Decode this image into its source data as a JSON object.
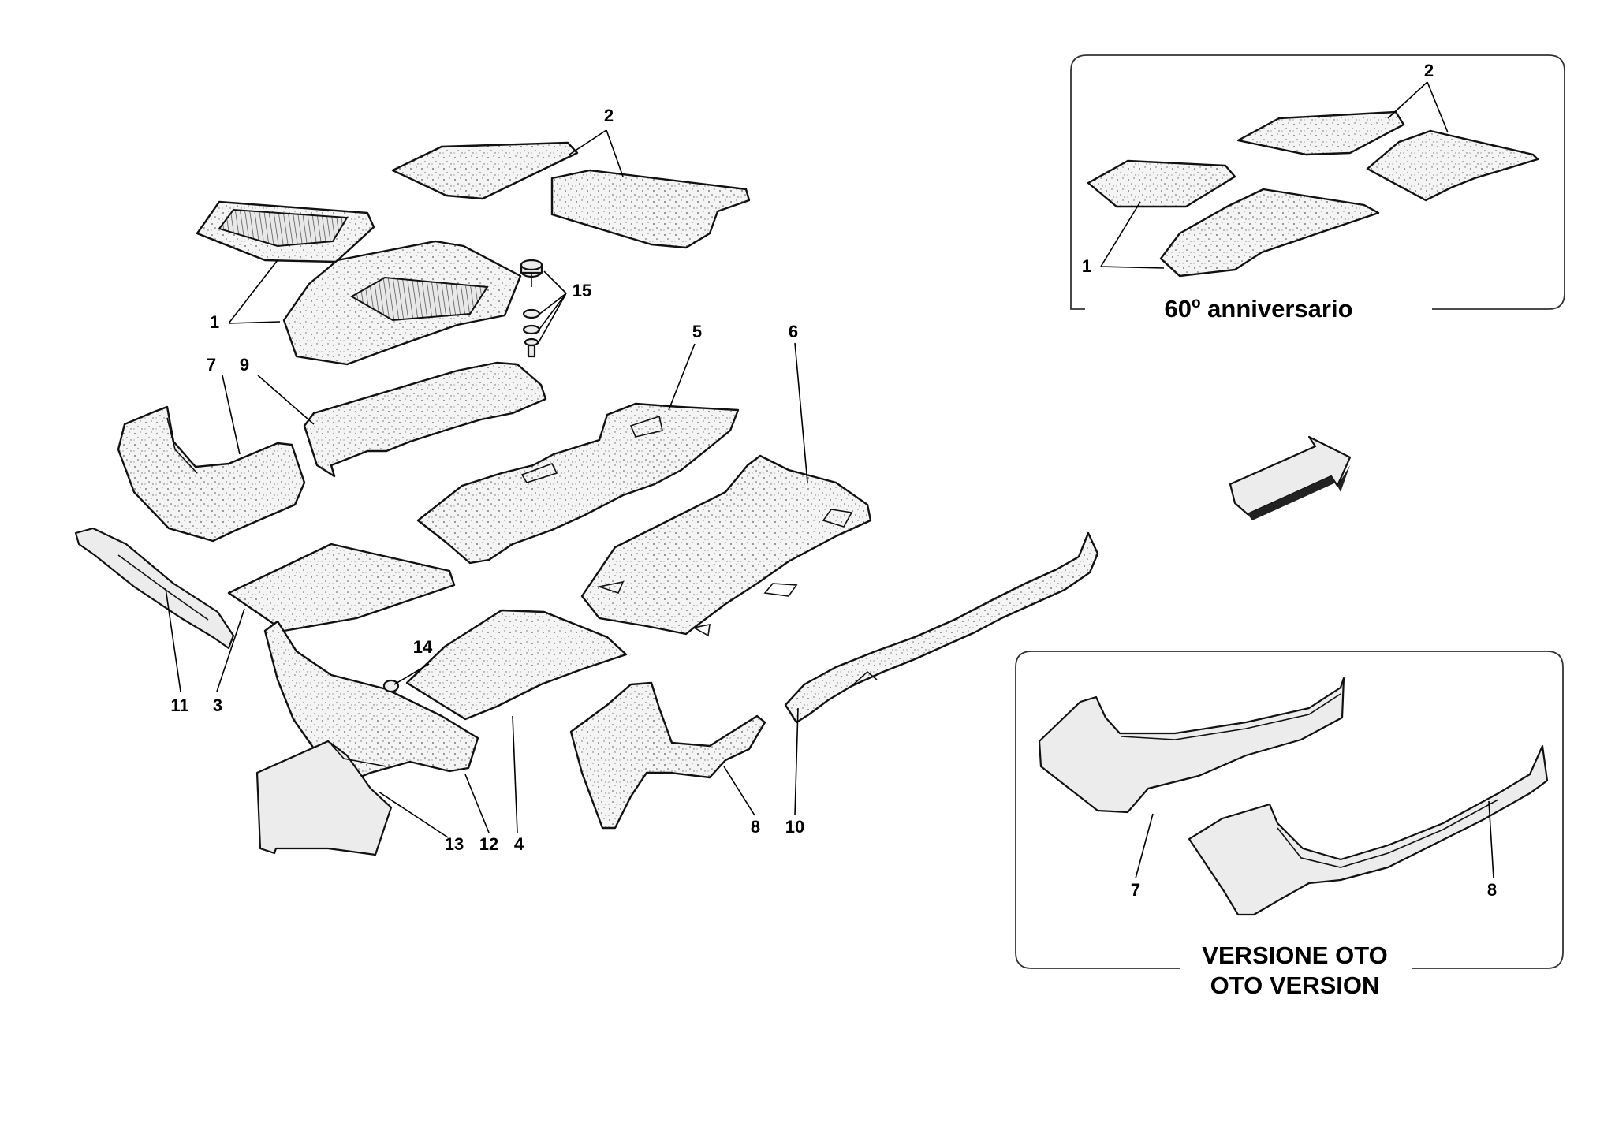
{
  "labels": {
    "l1": "1",
    "l2": "2",
    "l3": "3",
    "l4": "4",
    "l5": "5",
    "l6": "6",
    "l7": "7",
    "l8": "8",
    "l9": "9",
    "l10": "10",
    "l11": "11",
    "l12": "12",
    "l13": "13",
    "l14": "14",
    "l15": "15"
  },
  "inset_anniversary": {
    "title_number": "60",
    "title_superscript": "o",
    "title_text": " anniversario",
    "labels": {
      "l1": "1",
      "l2": "2"
    }
  },
  "inset_oto": {
    "title_line1": "VERSIONE OTO",
    "title_line2": "OTO VERSION",
    "labels": {
      "l7": "7",
      "l8": "8"
    }
  }
}
